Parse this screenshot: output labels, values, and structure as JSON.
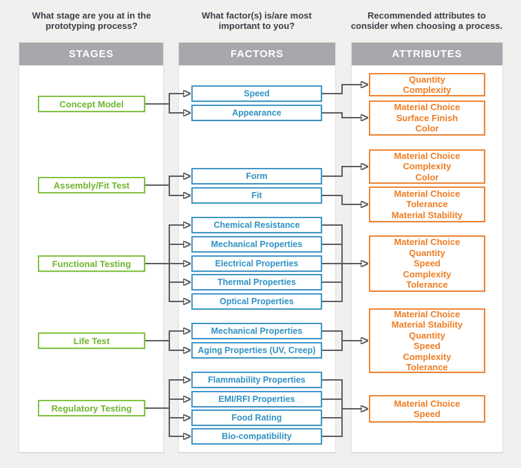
{
  "columns": [
    {
      "header": "STAGES",
      "question_lines": [
        "What stage are you at in the",
        "prototyping process?"
      ]
    },
    {
      "header": "FACTORS",
      "question_lines": [
        "What factor(s) is/are most",
        "important to you?"
      ]
    },
    {
      "header": "ATTRIBUTES",
      "question_lines": [
        "Recommended attributes to",
        "consider when choosing a process."
      ]
    }
  ],
  "stages": {
    "items": [
      {
        "label": "Concept Model"
      },
      {
        "label": "Assembly/Fit Test"
      },
      {
        "label": "Functional Testing"
      },
      {
        "label": "Life Test"
      },
      {
        "label": "Regulatory Testing"
      }
    ]
  },
  "factors": {
    "items": [
      {
        "label": "Speed"
      },
      {
        "label": "Appearance"
      },
      {
        "label": "Form"
      },
      {
        "label": "Fit"
      },
      {
        "label": "Chemical Resistance"
      },
      {
        "label": "Mechanical Properties"
      },
      {
        "label": "Electrical Properties"
      },
      {
        "label": "Thermal Properties"
      },
      {
        "label": "Optical Properties"
      },
      {
        "label": "Mechanical Properties"
      },
      {
        "label": "Aging Properties (UV, Creep)"
      },
      {
        "label": "Flammability Properties"
      },
      {
        "label": "EMI/RFI Properties"
      },
      {
        "label": "Food Rating"
      },
      {
        "label": "Bio-compatibility"
      }
    ]
  },
  "attributes": {
    "items": [
      {
        "lines": [
          "Quantity",
          "Complexity"
        ]
      },
      {
        "lines": [
          "Material Choice",
          "Surface Finish",
          "Color"
        ]
      },
      {
        "lines": [
          "Material Choice",
          "Complexity",
          "Color"
        ]
      },
      {
        "lines": [
          "Material Choice",
          "Tolerance",
          "Material Stability"
        ]
      },
      {
        "lines": [
          "Material Choice",
          "Quantity",
          "Speed",
          "Complexity",
          "Tolerance"
        ]
      },
      {
        "lines": [
          "Material Choice",
          "Material Stability",
          "Quantity",
          "Speed",
          "Complexity",
          "Tolerance"
        ]
      },
      {
        "lines": [
          "Material Choice",
          "Speed"
        ]
      }
    ]
  },
  "connections": {
    "stage_to_factors": [
      {
        "stage": "Concept Model",
        "factors": [
          "Speed",
          "Appearance"
        ]
      },
      {
        "stage": "Assembly/Fit Test",
        "factors": [
          "Form",
          "Fit"
        ]
      },
      {
        "stage": "Functional Testing",
        "factors": [
          "Chemical Resistance",
          "Mechanical Properties",
          "Electrical Properties",
          "Thermal Properties",
          "Optical Properties"
        ]
      },
      {
        "stage": "Life Test",
        "factors": [
          "Mechanical Properties",
          "Aging Properties (UV, Creep)"
        ]
      },
      {
        "stage": "Regulatory Testing",
        "factors": [
          "Flammability Properties",
          "EMI/RFI Properties",
          "Food Rating",
          "Bio-compatibility"
        ]
      }
    ],
    "factors_to_attributes": [
      {
        "factors": [
          "Speed"
        ],
        "attributes": [
          "Quantity",
          "Complexity"
        ]
      },
      {
        "factors": [
          "Appearance"
        ],
        "attributes": [
          "Material Choice",
          "Surface Finish",
          "Color"
        ]
      },
      {
        "factors": [
          "Form"
        ],
        "attributes": [
          "Material Choice",
          "Complexity",
          "Color"
        ]
      },
      {
        "factors": [
          "Fit"
        ],
        "attributes": [
          "Material Choice",
          "Tolerance",
          "Material Stability"
        ]
      },
      {
        "factors": [
          "Chemical Resistance",
          "Mechanical Properties",
          "Electrical Properties",
          "Thermal Properties",
          "Optical Properties"
        ],
        "attributes": [
          "Material Choice",
          "Quantity",
          "Speed",
          "Complexity",
          "Tolerance"
        ]
      },
      {
        "factors": [
          "Mechanical Properties",
          "Aging Properties (UV, Creep)"
        ],
        "attributes": [
          "Material Choice",
          "Material Stability",
          "Quantity",
          "Speed",
          "Complexity",
          "Tolerance"
        ]
      },
      {
        "factors": [
          "Flammability Properties",
          "EMI/RFI Properties",
          "Food Rating",
          "Bio-compatibility"
        ],
        "attributes": [
          "Material Choice",
          "Speed"
        ]
      }
    ]
  },
  "colors": {
    "stage_green": "#82c341",
    "factor_blue": "#3f96c6",
    "attribute_orange": "#ef8432",
    "header_gray": "#a6a8ab",
    "connector_gray": "#5b5c5e",
    "heading_text": "#3b4047",
    "page_background": "#f0f0ee"
  }
}
